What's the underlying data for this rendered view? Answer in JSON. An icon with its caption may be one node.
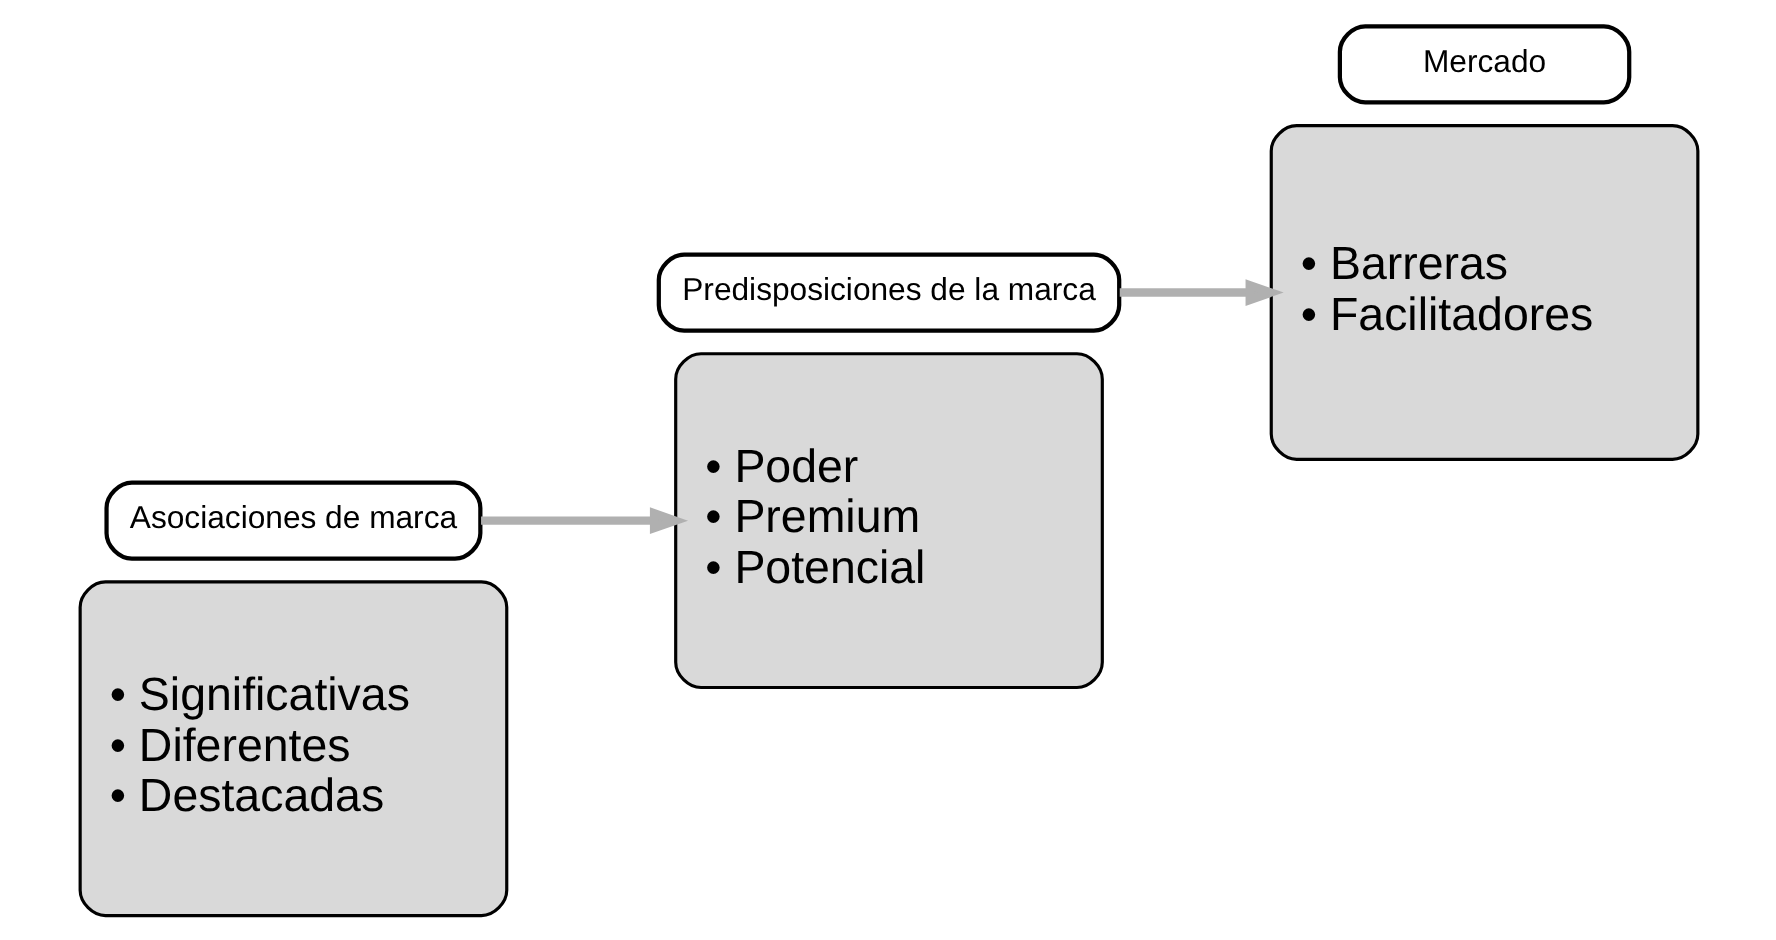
{
  "diagram": {
    "nodes": [
      {
        "text": [
          "• Significativas",
          "• Diferentes",
          "• Destacadas"
        ]
      },
      {
        "text": [
          "Asociaciones de marca"
        ]
      },
      {
        "text": [
          "• Poder",
          "• Premium",
          "• Potencial"
        ]
      },
      {
        "text": [
          "Predisposiciones de la marca"
        ]
      },
      {
        "text": [
          "• Barreras",
          "• Facilitadores"
        ]
      },
      {
        "text": [
          "Mercado"
        ]
      }
    ],
    "edges": [
      {
        "from": 1,
        "to": 2,
        "arrow": "to"
      },
      {
        "from": 3,
        "to": 4,
        "arrow": "to"
      }
    ]
  }
}
